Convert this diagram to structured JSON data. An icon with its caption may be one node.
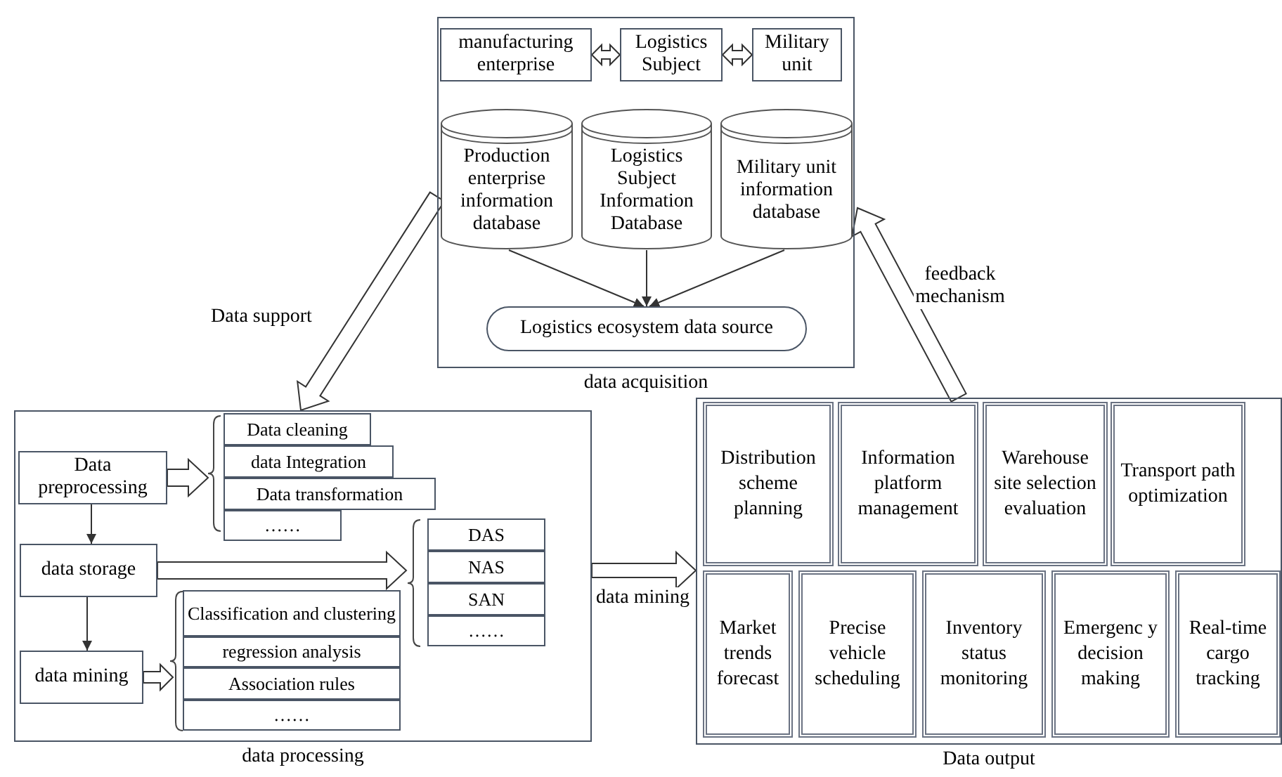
{
  "diagram": {
    "nodes": [
      {
        "text": [
          "data acquisition"
        ]
      },
      {
        "text": [
          "manufacturing enterprise"
        ],
        "in": 0
      },
      {
        "text": [
          "Logistics Subject"
        ],
        "in": 0
      },
      {
        "text": [
          "Military unit"
        ],
        "in": 0
      },
      {
        "text": [
          "Production enterprise information database"
        ],
        "in": 0
      },
      {
        "text": [
          "Logistics Subject Information Database"
        ],
        "in": 0
      },
      {
        "text": [
          "Military unit information database"
        ],
        "in": 0
      },
      {
        "text": [
          "Logistics ecosystem data source"
        ],
        "in": 0
      },
      {
        "text": [
          "data processing"
        ]
      },
      {
        "text": [
          "Data preprocessing"
        ],
        "in": 8
      },
      {
        "text": [
          "data storage"
        ],
        "in": 8
      },
      {
        "text": [
          "data mining"
        ],
        "in": 8
      },
      {
        "text": [
          "Data cleaning"
        ],
        "in": 8
      },
      {
        "text": [
          "data Integration"
        ],
        "in": 8
      },
      {
        "text": [
          "Data transformation"
        ],
        "in": 8
      },
      {
        "text": [
          "……"
        ],
        "in": 8
      },
      {
        "text": [
          "DAS"
        ],
        "in": 8
      },
      {
        "text": [
          "NAS"
        ],
        "in": 8
      },
      {
        "text": [
          "SAN"
        ],
        "in": 8
      },
      {
        "text": [
          "……"
        ],
        "in": 8
      },
      {
        "text": [
          "Classification and clustering"
        ],
        "in": 8
      },
      {
        "text": [
          "regression analysis"
        ],
        "in": 8
      },
      {
        "text": [
          "Association rules"
        ],
        "in": 8
      },
      {
        "text": [
          "……"
        ],
        "in": 8
      },
      {
        "text": [
          "Data output"
        ]
      },
      {
        "text": [
          "Distribution scheme planning"
        ],
        "in": 24
      },
      {
        "text": [
          "Information platform management"
        ],
        "in": 24
      },
      {
        "text": [
          "Warehouse site selection evaluation"
        ],
        "in": 24
      },
      {
        "text": [
          "Transport path optimization"
        ],
        "in": 24
      },
      {
        "text": [
          "Market trends forecast"
        ],
        "in": 24
      },
      {
        "text": [
          "Precise vehicle scheduling"
        ],
        "in": 24
      },
      {
        "text": [
          "Inventory status monitoring"
        ],
        "in": 24
      },
      {
        "text": [
          "Emergenc y decision making"
        ],
        "in": 24
      },
      {
        "text": [
          "Real-time cargo tracking"
        ],
        "in": 24
      }
    ],
    "edges": [
      {
        "from": 1,
        "to": 2,
        "arrow": "both",
        "style": "thick"
      },
      {
        "from": 2,
        "to": 3,
        "arrow": "both",
        "style": "thick"
      },
      {
        "from": 4,
        "to": 7,
        "arrow": "to"
      },
      {
        "from": 5,
        "to": 7,
        "arrow": "to"
      },
      {
        "from": 6,
        "to": 7,
        "arrow": "to"
      },
      {
        "from": 0,
        "to": 8,
        "arrow": "to",
        "style": "thick",
        "label": "Data support"
      },
      {
        "from": 8,
        "to": 24,
        "arrow": "to",
        "style": "thick",
        "label": "data mining"
      },
      {
        "from": 24,
        "to": 0,
        "arrow": "to",
        "style": "thick",
        "label": "feedback mechanism"
      },
      {
        "from": 9,
        "to": 10,
        "arrow": "to"
      },
      {
        "from": 10,
        "to": 11,
        "arrow": "to"
      },
      {
        "from": 9,
        "to": 12,
        "arrow": "to",
        "style": "thick"
      },
      {
        "from": 9,
        "to": 13,
        "arrow": "to",
        "style": "thick"
      },
      {
        "from": 9,
        "to": 14,
        "arrow": "to",
        "style": "thick"
      },
      {
        "from": 9,
        "to": 15,
        "arrow": "to",
        "style": "thick"
      },
      {
        "from": 10,
        "to": 16,
        "arrow": "to",
        "style": "thick"
      },
      {
        "from": 10,
        "to": 17,
        "arrow": "to",
        "style": "thick"
      },
      {
        "from": 10,
        "to": 18,
        "arrow": "to",
        "style": "thick"
      },
      {
        "from": 10,
        "to": 19,
        "arrow": "to",
        "style": "thick"
      },
      {
        "from": 11,
        "to": 20,
        "arrow": "to",
        "style": "thick"
      },
      {
        "from": 11,
        "to": 21,
        "arrow": "to",
        "style": "thick"
      },
      {
        "from": 11,
        "to": 22,
        "arrow": "to",
        "style": "thick"
      },
      {
        "from": 11,
        "to": 23,
        "arrow": "to",
        "style": "thick"
      }
    ]
  }
}
